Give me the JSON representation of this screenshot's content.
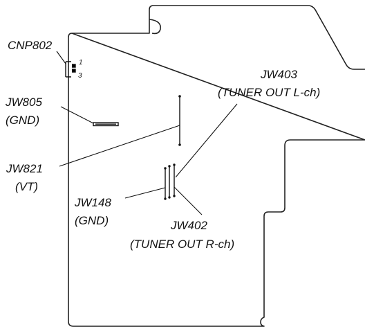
{
  "labels": {
    "cnp802": "CNP802",
    "cnp802_pin_1": "1",
    "cnp802_pin_3": "3",
    "jw805": "JW805",
    "jw805_sub": "(GND)",
    "jw821": "JW821",
    "jw821_sub": "(VT)",
    "jw148": "JW148",
    "jw148_sub": "(GND)",
    "jw403": "JW403",
    "jw403_sub": "(TUNER OUT L-ch)",
    "jw402": "JW402",
    "jw402_sub": "(TUNER OUT R-ch)"
  }
}
